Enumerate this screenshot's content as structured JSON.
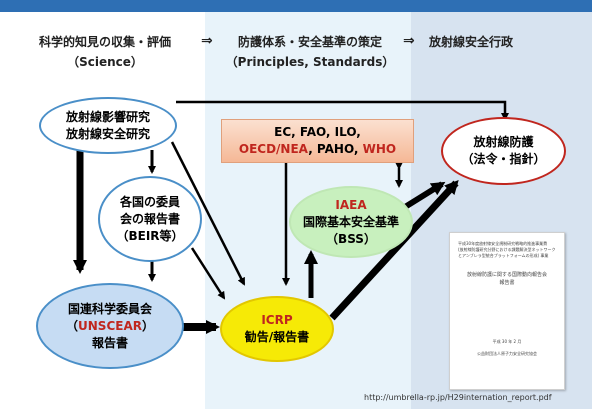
{
  "header": {
    "col1_line1": "科学的知見の収集・評価",
    "col1_line2": "（Science）",
    "arrow1": "⇒",
    "col2_line1": "防護体系・安全基準の策定",
    "col2_line2": "（Principles, Standards）",
    "arrow2": "⇒",
    "col3_line1": "放射線安全行政"
  },
  "nodes": {
    "research": {
      "line1": "放射線影響研究",
      "line2": "放射線安全研究"
    },
    "committees": {
      "line1": "各国の委員",
      "line2": "会の報告書",
      "line3": "（BEIR等）"
    },
    "unscear": {
      "line1": "国連科学委員会",
      "line2_open": "（",
      "line2_red": "UNSCEAR",
      "line2_close": "）",
      "line3": "報告書"
    },
    "intl_orgs": {
      "line1": "EC, FAO, ILO,",
      "line2_red1": "OECD/NEA",
      "line2_mid": ", PAHO, ",
      "line2_red2": "WHO"
    },
    "iaea": {
      "line1_red": "IAEA",
      "line2": "国際基本安全基準",
      "line3": "（BSS）"
    },
    "icrp": {
      "line1_red": "ICRP",
      "line2": "勧告/報告書"
    },
    "protection": {
      "line1": "放射線防護",
      "line2": "（法令・指針）"
    }
  },
  "document": {
    "header_line1": "平成30年度放射線安全規制研究戦略的推進事業費",
    "header_line2": "(放射線防護研究分野における課題解決型ネットワーク",
    "header_line3": "とアンブレラ型統合プラットフォームの形成) 事業",
    "title_line1": "放射線防護に関する国際動向報告会",
    "title_line2": "報告書",
    "date": "平成 30 年 2 月",
    "org": "公益財団法人原子力安全研究協会"
  },
  "source_url": "http://umbrella-rp.jp/H29internation_report.pdf"
}
